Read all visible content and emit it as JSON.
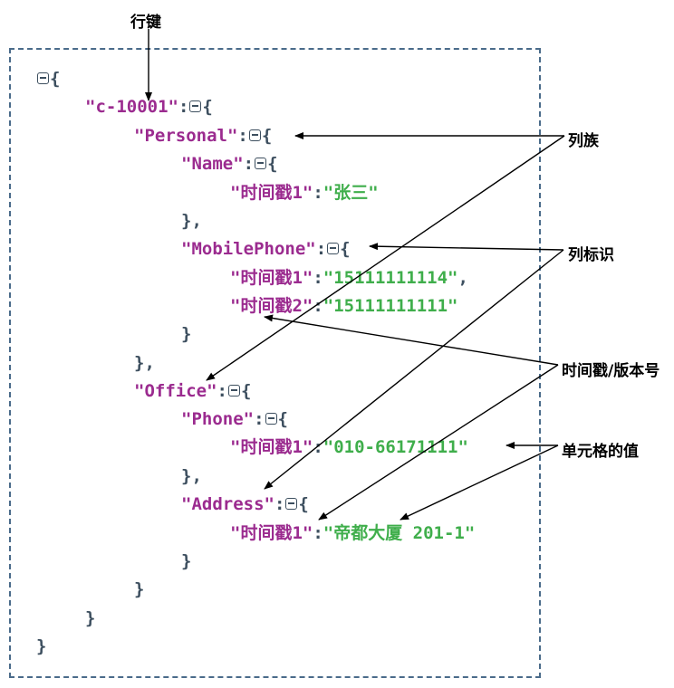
{
  "labels": {
    "row_key": "行键",
    "column_family": "列族",
    "column_qualifier": "列标识",
    "timestamp_version": "时间戳/版本号",
    "cell_value": "单元格的值"
  },
  "code": {
    "row_key": "\"c-10001\"",
    "family_personal": "\"Personal\"",
    "qual_name": "\"Name\"",
    "ts_name_1": "\"时间戳1\"",
    "val_name_1": "\"张三\"",
    "qual_mobile": "\"MobilePhone\"",
    "ts_mobile_1": "\"时间戳1\"",
    "val_mobile_1": "\"15111111114\"",
    "ts_mobile_2": "\"时间戳2\"",
    "val_mobile_2": "\"15111111111\"",
    "family_office": "\"Office\"",
    "qual_phone": "\"Phone\"",
    "ts_phone_1": "\"时间戳1\"",
    "val_phone_1": "\"010-66171111\"",
    "qual_address": "\"Address\"",
    "ts_address_1": "\"时间戳1\"",
    "val_address_1": "\"帝都大厦 201-1\""
  },
  "colors": {
    "key": "#9b2b8f",
    "string": "#3fae4b",
    "punctuation": "#3d4f5f",
    "frame": "#4a6b8a"
  }
}
